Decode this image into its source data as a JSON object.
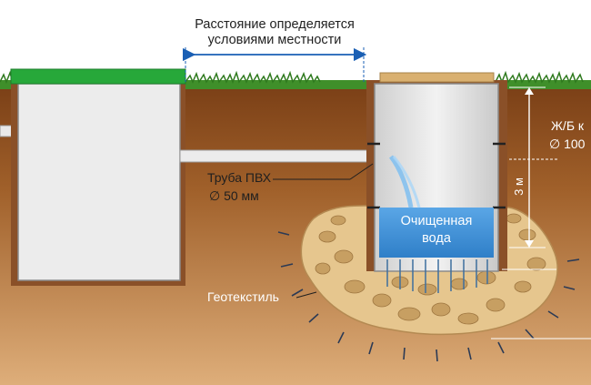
{
  "labels": {
    "distance_line1": "Расстояние определяется",
    "distance_line2": "условиями местности",
    "pipe_line1": "Труба ПВХ",
    "pipe_line2": "∅ 50 мм",
    "purified_line1": "Очищенная",
    "purified_line2": "вода",
    "ring_line1": "Ж/Б к",
    "ring_line2": "∅ 100",
    "depth": "3 м",
    "geotextile": "Геотекстиль"
  },
  "colors": {
    "sky": "#ffffff",
    "soil_top": "#7a3f16",
    "soil_bottom": "#d9a672",
    "grass": "#3f8f2a",
    "lid": "#27a83a",
    "tank": "#ececec",
    "ring": "#e3e3e3",
    "water": "#3d8fd6",
    "gravel": "#e6c68e",
    "arrow": "#1a5fb4"
  }
}
